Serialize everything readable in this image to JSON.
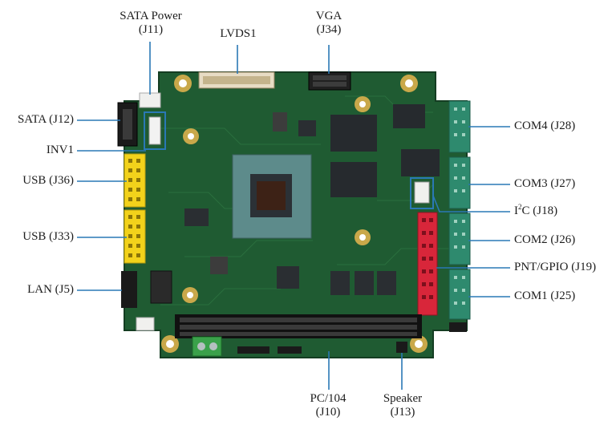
{
  "diagram": {
    "callouts": [
      {
        "id": "sata-power",
        "line1": "SATA Power",
        "line2": "(J11)"
      },
      {
        "id": "lvds1",
        "line1": "LVDS1"
      },
      {
        "id": "vga",
        "line1": "VGA",
        "line2": "(J34)"
      },
      {
        "id": "sata",
        "line1": "SATA (J12)"
      },
      {
        "id": "inv1",
        "line1": "INV1"
      },
      {
        "id": "usb-j36",
        "line1": "USB (J36)"
      },
      {
        "id": "usb-j33",
        "line1": "USB (J33)"
      },
      {
        "id": "lan",
        "line1": "LAN (J5)"
      },
      {
        "id": "com4",
        "line1": "COM4 (J28)"
      },
      {
        "id": "com3",
        "line1": "COM3 (J27)"
      },
      {
        "id": "i2c",
        "line1_pre": "I",
        "line1_sup": "2",
        "line1_post": "C (J18)"
      },
      {
        "id": "com2",
        "line1": "COM2 (J26)"
      },
      {
        "id": "pnt-gpio",
        "line1": "PNT/GPIO (J19)"
      },
      {
        "id": "com1",
        "line1": "COM1 (J25)"
      },
      {
        "id": "pc104",
        "line1": "PC/104",
        "line2": "(J10)"
      },
      {
        "id": "speaker",
        "line1": "Speaker",
        "line2": "(J13)"
      }
    ],
    "colors": {
      "pcb": "#1f5b32",
      "pcb_dark": "#173f25",
      "leader": "#2a78b5",
      "label_text": "#1d1d1d",
      "usb_yellow": "#f2d21b",
      "gpio_red": "#d8263a",
      "com_teal": "#2e8a6e",
      "chip_black": "#262a2e",
      "terminal_green": "#3aa14a"
    }
  }
}
